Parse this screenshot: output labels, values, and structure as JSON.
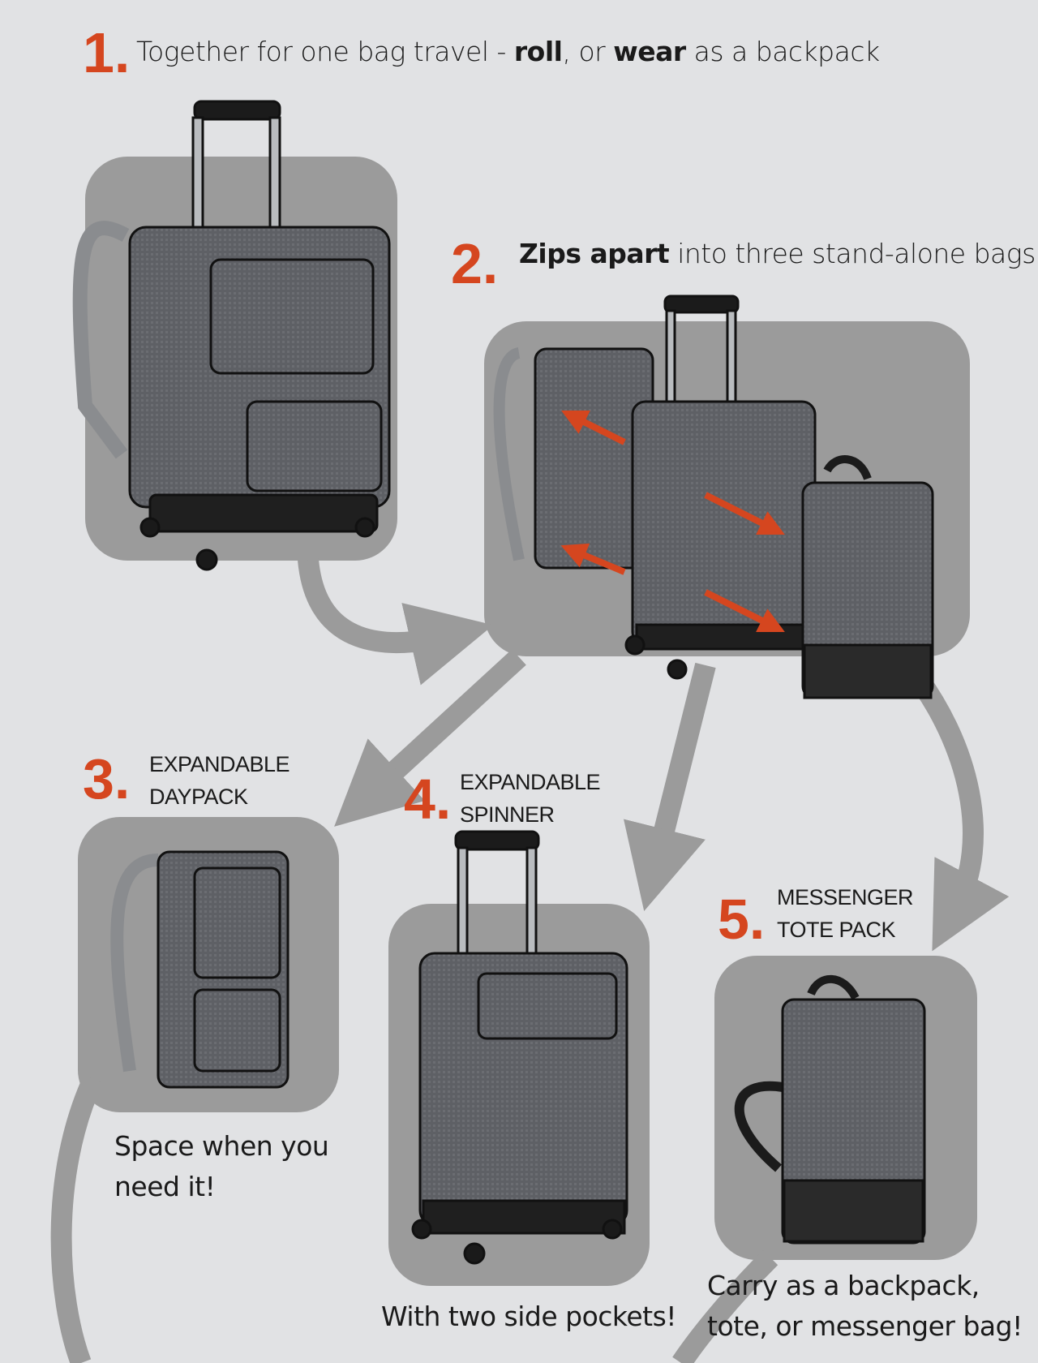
{
  "steps": [
    {
      "number": "1.",
      "text_parts": [
        "Together for one bag travel - ",
        "roll",
        ", or ",
        "wear",
        " as a backpack"
      ]
    },
    {
      "number": "2.",
      "text_parts": [
        "Zips apart",
        " into three stand-alone bags"
      ]
    },
    {
      "number": "3.",
      "title_lines": [
        "EXPANDABLE",
        "DAYPACK"
      ],
      "caption_lines": [
        "Space when you",
        "need it!"
      ]
    },
    {
      "number": "4.",
      "title_lines": [
        "EXPANDABLE",
        "SPINNER"
      ],
      "caption_lines": [
        "With two side pockets!"
      ]
    },
    {
      "number": "5.",
      "title_lines": [
        "MESSENGER",
        "TOTE PACK"
      ],
      "caption_lines": [
        "Carry as a backpack,",
        "tote, or messenger bag!"
      ]
    }
  ],
  "colors": {
    "accent": "#d5461f",
    "background": "#e1e2e4",
    "panel": "#9b9b9b",
    "arrow": "#9b9b9b",
    "bag": "#5a5c60"
  }
}
